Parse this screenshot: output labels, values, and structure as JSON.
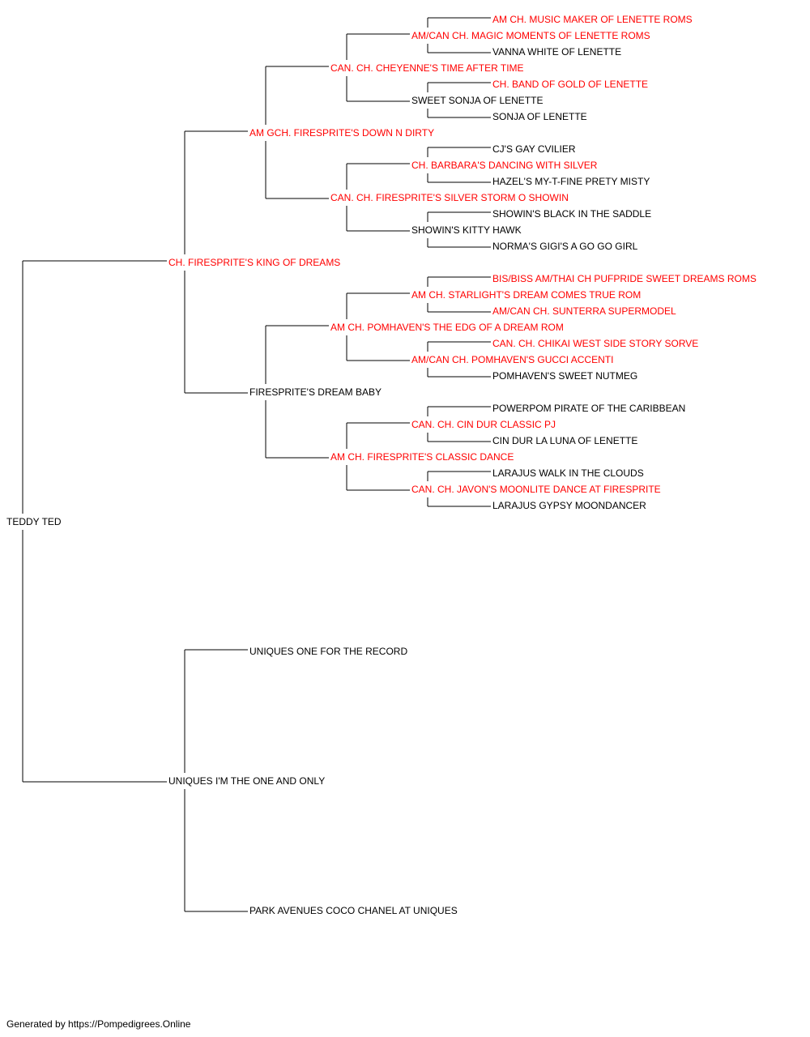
{
  "colors": {
    "champion": "#ff0000",
    "normal": "#000000",
    "line": "#000000"
  },
  "pedigree": {
    "subject": {
      "name": "TEDDY TED",
      "champion": false
    },
    "sire": {
      "name": "CH. FIRESPRITE'S KING OF DREAMS",
      "champion": true
    },
    "dam": {
      "name": "UNIQUES I'M THE ONE AND ONLY",
      "champion": false
    },
    "sire_sire": {
      "name": "AM GCH. FIRESPRITE'S DOWN N DIRTY",
      "champion": true
    },
    "sire_dam": {
      "name": "FIRESPRITE'S DREAM BABY",
      "champion": false
    },
    "dam_sire": {
      "name": "UNIQUES ONE FOR THE RECORD",
      "champion": false
    },
    "dam_dam": {
      "name": "PARK AVENUES COCO CHANEL AT UNIQUES",
      "champion": false
    },
    "sire_sire_sire": {
      "name": "CAN. CH. CHEYENNE'S TIME AFTER TIME",
      "champion": true
    },
    "sire_sire_dam": {
      "name": "CAN. CH. FIRESPRITE'S SILVER STORM O SHOWIN",
      "champion": true
    },
    "sire_dam_sire": {
      "name": "AM CH. POMHAVEN'S THE EDG OF A DREAM ROM",
      "champion": true
    },
    "sire_dam_dam": {
      "name": "AM CH. FIRESPRITE'S CLASSIC DANCE",
      "champion": true
    },
    "sire_sire_sire_sire": {
      "name": "AM/CAN CH. MAGIC MOMENTS OF LENETTE ROMS",
      "champion": true
    },
    "sire_sire_sire_dam": {
      "name": "SWEET SONJA OF LENETTE",
      "champion": false
    },
    "sire_sire_dam_sire": {
      "name": "CH. BARBARA'S DANCING WITH SILVER",
      "champion": true
    },
    "sire_sire_dam_dam": {
      "name": "SHOWIN'S KITTY HAWK",
      "champion": false
    },
    "sire_dam_sire_sire": {
      "name": "AM CH. STARLIGHT'S DREAM COMES TRUE ROM",
      "champion": true
    },
    "sire_dam_sire_dam": {
      "name": "AM/CAN CH. POMHAVEN'S GUCCI ACCENTI",
      "champion": true
    },
    "sire_dam_dam_sire": {
      "name": "CAN. CH. CIN DUR CLASSIC PJ",
      "champion": true
    },
    "sire_dam_dam_dam": {
      "name": "CAN. CH. JAVON'S MOONLITE DANCE AT FIRESPRITE",
      "champion": true
    },
    "g5_1": {
      "name": "AM CH. MUSIC MAKER OF LENETTE ROMS",
      "champion": true
    },
    "g5_2": {
      "name": "VANNA WHITE OF LENETTE",
      "champion": false
    },
    "g5_3": {
      "name": "CH. BAND OF GOLD OF LENETTE",
      "champion": true
    },
    "g5_4": {
      "name": "SONJA OF LENETTE",
      "champion": false
    },
    "g5_5": {
      "name": "CJ'S GAY CVILIER",
      "champion": false
    },
    "g5_6": {
      "name": "HAZEL'S MY-T-FINE PRETY MISTY",
      "champion": false
    },
    "g5_7": {
      "name": "SHOWIN'S BLACK IN THE SADDLE",
      "champion": false
    },
    "g5_8": {
      "name": "NORMA'S GIGI'S A GO GO GIRL",
      "champion": false
    },
    "g5_9": {
      "name": "BIS/BISS AM/THAI CH PUFPRIDE SWEET DREAMS ROMS",
      "champion": true
    },
    "g5_10": {
      "name": "AM/CAN CH. SUNTERRA SUPERMODEL",
      "champion": true
    },
    "g5_11": {
      "name": "CAN. CH. CHIKAI WEST SIDE STORY SORVE",
      "champion": true
    },
    "g5_12": {
      "name": "POMHAVEN'S SWEET NUTMEG",
      "champion": false
    },
    "g5_13": {
      "name": "POWERPOM PIRATE OF THE CARIBBEAN",
      "champion": false
    },
    "g5_14": {
      "name": "CIN DUR LA LUNA OF LENETTE",
      "champion": false
    },
    "g5_15": {
      "name": "LARAJUS WALK IN THE CLOUDS",
      "champion": false
    },
    "g5_16": {
      "name": "LARAJUS GYPSY MOONDANCER",
      "champion": false
    }
  },
  "footer": {
    "text": "Generated by https://Pompedigrees.Online"
  }
}
